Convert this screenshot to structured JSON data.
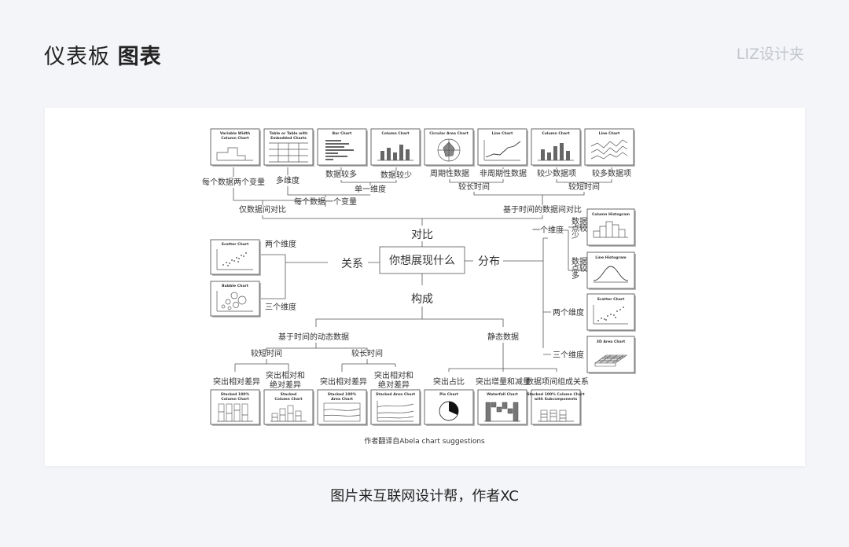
{
  "header": {
    "title_regular": "仪表板",
    "title_bold": "图表",
    "brand": "LIZ设计夹"
  },
  "diagram": {
    "center": "你想展现什么",
    "branches": {
      "compare": "对比",
      "relation": "关系",
      "distribution": "分布",
      "composition": "构成"
    },
    "compare": {
      "labels": {
        "two_var_per_item": "每个数据两个变量",
        "multi_dim": "多维度",
        "many_items": "数据较多",
        "few_items": "数据较少",
        "cyclic": "周期性数据",
        "non_cyclic": "非周期性数据",
        "few_points": "较少数据项",
        "many_points": "较多数据项",
        "single_dim": "单一维度",
        "long_time": "较长时间",
        "short_time": "较短时间",
        "one_var_per_item": "每个数据一个变量",
        "among_items": "仅数据间对比",
        "over_time": "基于时间的数据间对比"
      },
      "thumbs": [
        {
          "title1": "Variable Width",
          "title2": "Column Chart"
        },
        {
          "title1": "Table or Table with",
          "title2": "Embedded Charts"
        },
        {
          "title1": "Bar Chart",
          "title2": ""
        },
        {
          "title1": "Column Chart",
          "title2": ""
        },
        {
          "title1": "Circular Area Chart",
          "title2": ""
        },
        {
          "title1": "Line Chart",
          "title2": ""
        },
        {
          "title1": "Column Chart",
          "title2": ""
        },
        {
          "title1": "Line Chart",
          "title2": ""
        }
      ]
    },
    "relation": {
      "two_vars": "两个维度",
      "three_vars": "三个维度",
      "thumbs": [
        {
          "title1": "Scatter Chart",
          "title2": ""
        },
        {
          "title1": "Bubble Chart",
          "title2": ""
        }
      ]
    },
    "distribution": {
      "single_var": "一个维度",
      "few_points_l1": "数据",
      "few_points_l2": "点较",
      "few_points_l3": "少",
      "many_points_l1": "数据",
      "many_points_l2": "点较",
      "many_points_l3": "多",
      "two_vars": "两个维度",
      "three_vars": "三个维度",
      "thumbs": [
        {
          "title1": "Column Histogram",
          "title2": ""
        },
        {
          "title1": "Line Histogram",
          "title2": ""
        },
        {
          "title1": "Scatter Chart",
          "title2": ""
        },
        {
          "title1": "3D Area Chart",
          "title2": ""
        }
      ]
    },
    "composition": {
      "dynamic": "基于时间的动态数据",
      "static": "静态数据",
      "few_periods": "较短时间",
      "many_periods": "较长时间",
      "rel_diff_1": "突出相对差异",
      "rel_abs_1_l1": "突出相对和",
      "rel_abs_1_l2": "绝对差异",
      "rel_diff_2": "突出相对差异",
      "rel_abs_2_l1": "突出相对和",
      "rel_abs_2_l2": "绝对差异",
      "share": "突出占比",
      "accumulation": "突出增量和减量",
      "components": "数据项间组成关系",
      "thumbs": [
        {
          "title1": "Stacked 100%",
          "title2": "Column Chart"
        },
        {
          "title1": "Stacked",
          "title2": "Column Chart"
        },
        {
          "title1": "Stacked 100%",
          "title2": "Area Chart"
        },
        {
          "title1": "Stacked Area Chart",
          "title2": ""
        },
        {
          "title1": "Pie Chart",
          "title2": ""
        },
        {
          "title1": "Waterfall Chart",
          "title2": ""
        },
        {
          "title1": "Stacked 100% Column Chart",
          "title2": "with Subcomponents"
        }
      ]
    },
    "credit": "作者翻译自Abela chart suggestions"
  },
  "caption": "图片来互联网设计帮，作者XC"
}
